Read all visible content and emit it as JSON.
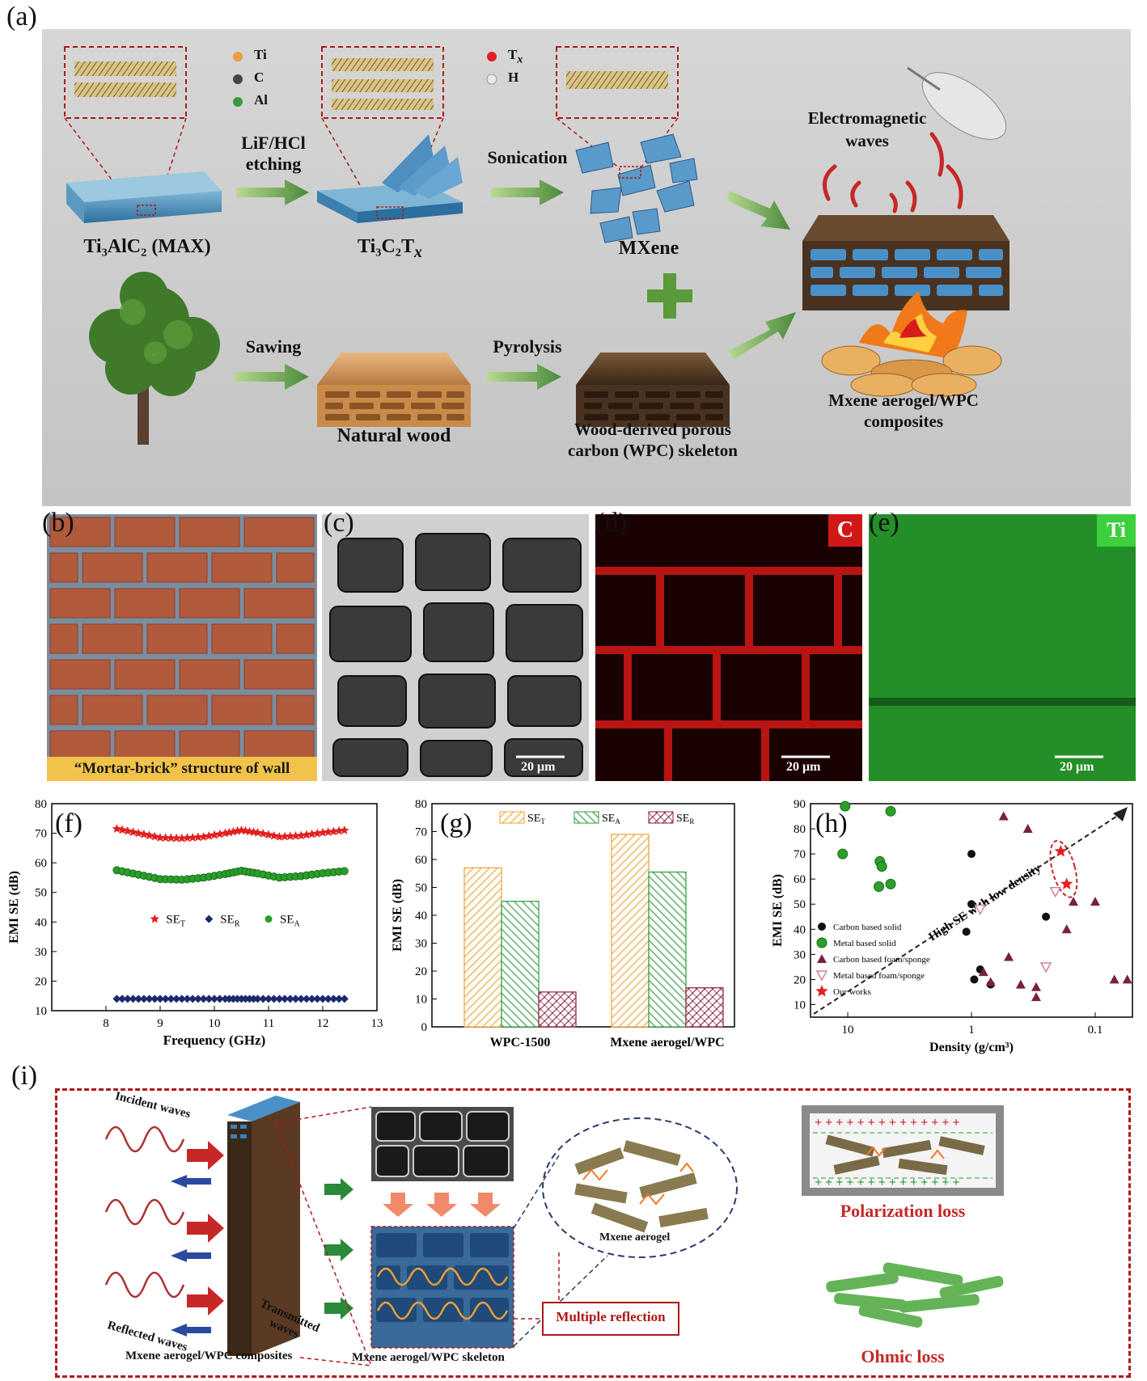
{
  "panel_labels": {
    "a": "(a)",
    "b": "(b)",
    "c": "(c)",
    "d": "(d)",
    "e": "(e)",
    "f": "(f)",
    "g": "(g)",
    "h": "(h)",
    "i": "(i)"
  },
  "panel_a": {
    "legend1": [
      "Ti",
      "C",
      "Al"
    ],
    "legend2": [
      "T",
      "H"
    ],
    "legend2_sub": "x",
    "step1": "LiF/HCl\netching",
    "step2": "Sonication",
    "step3": "Sawing",
    "step4": "Pyrolysis",
    "max_label": "Ti₃AlC₂ (MAX)",
    "tctx_label": "Ti₃C₂T",
    "tctx_sub": "x",
    "mxene_label": "MXene",
    "em_waves": "Electromagnetic\nwaves",
    "natural_wood": "Natural wood",
    "wpc_label": "Wood-derived porous\ncarbon (WPC) skeleton",
    "composite_label": "Mxene aerogel/WPC\ncomposites"
  },
  "panel_b": {
    "caption": "“Mortar-brick” structure of wall"
  },
  "panel_c": {
    "scale": "20 μm"
  },
  "panel_d": {
    "element": "C",
    "scale": "20 μm"
  },
  "panel_e": {
    "element": "Ti",
    "scale": "20 μm"
  },
  "colors": {
    "seT": "#e02020",
    "seR": "#1a2a6c",
    "seA": "#2aa02a",
    "orange": "#f0a030",
    "green": "#2a9a3a",
    "maroon": "#8a2040",
    "accent_red": "#c62828"
  },
  "chart_data": [
    {
      "type": "line",
      "panel": "f",
      "xlabel": "Frequency (GHz)",
      "ylabel": "EMI SE (dB)",
      "xlim": [
        7,
        13
      ],
      "ylim": [
        10,
        80
      ],
      "xticks": [
        8,
        9,
        10,
        11,
        12,
        13
      ],
      "yticks": [
        10,
        20,
        30,
        40,
        50,
        60,
        70,
        80
      ],
      "x": [
        8.2,
        8.6,
        9.0,
        9.4,
        9.8,
        10.2,
        10.5,
        10.8,
        11.2,
        11.6,
        12.0,
        12.4
      ],
      "series": [
        {
          "name": "SE_T",
          "label": "SE",
          "sub": "T",
          "marker": "star",
          "values": [
            71.5,
            70,
            68.5,
            68.3,
            68.8,
            70,
            71,
            70.2,
            68.8,
            69.2,
            70.2,
            71
          ]
        },
        {
          "name": "SE_R",
          "label": "SE",
          "sub": "R",
          "marker": "diamond",
          "values": [
            14,
            14,
            14,
            14,
            14,
            14,
            14,
            14,
            14,
            14,
            14,
            14
          ]
        },
        {
          "name": "SE_A",
          "label": "SE",
          "sub": "A",
          "marker": "circle",
          "values": [
            57.5,
            56,
            54.5,
            54.3,
            55,
            56.2,
            57.3,
            56.4,
            55,
            55.5,
            56.5,
            57.2
          ]
        }
      ]
    },
    {
      "type": "bar",
      "panel": "g",
      "ylabel": "EMI SE (dB)",
      "ylim": [
        0,
        80
      ],
      "yticks": [
        0,
        10,
        20,
        30,
        40,
        50,
        60,
        70,
        80
      ],
      "categories": [
        "WPC-1500",
        "Mxene aerogel/WPC"
      ],
      "series": [
        {
          "name": "SE_T",
          "label": "SE",
          "sub": "T",
          "values": [
            57,
            69
          ]
        },
        {
          "name": "SE_A",
          "label": "SE",
          "sub": "A",
          "values": [
            45,
            55.5
          ]
        },
        {
          "name": "SE_R",
          "label": "SE",
          "sub": "R",
          "values": [
            12.5,
            14
          ]
        }
      ]
    },
    {
      "type": "scatter",
      "panel": "h",
      "xlabel": "Density (g/cm³)",
      "ylabel": "EMI SE (dB)",
      "xscale": "log-reversed",
      "xlim": [
        20,
        0.05
      ],
      "ylim": [
        5,
        90
      ],
      "xticks": [
        10,
        1,
        0.1
      ],
      "xtick_labels": [
        "10",
        "1",
        "0.1"
      ],
      "yticks": [
        10,
        20,
        30,
        40,
        50,
        60,
        70,
        80,
        90
      ],
      "annotation": "High SE with low density",
      "series": [
        {
          "name": "Carbon based solid",
          "marker": "circle-black",
          "points": [
            [
              1.0,
              70
            ],
            [
              1.0,
              50
            ],
            [
              1.1,
              39
            ],
            [
              0.95,
              20
            ],
            [
              0.85,
              24
            ],
            [
              0.7,
              18
            ],
            [
              0.25,
              45
            ]
          ]
        },
        {
          "name": "Metal based solid",
          "marker": "circle-green",
          "points": [
            [
              10.5,
              89
            ],
            [
              11,
              70
            ],
            [
              4.5,
              87
            ],
            [
              5.5,
              67
            ],
            [
              5.3,
              65
            ],
            [
              5.6,
              57
            ],
            [
              4.5,
              58
            ]
          ]
        },
        {
          "name": "Carbon based foam/sponge",
          "marker": "triangle",
          "points": [
            [
              0.55,
              85
            ],
            [
              0.35,
              80
            ],
            [
              0.7,
              19
            ],
            [
              0.8,
              23
            ],
            [
              0.5,
              29
            ],
            [
              0.4,
              18
            ],
            [
              0.3,
              17
            ],
            [
              0.3,
              13
            ],
            [
              0.17,
              40
            ],
            [
              0.15,
              51
            ],
            [
              0.1,
              51
            ],
            [
              0.07,
              20
            ],
            [
              0.055,
              20
            ]
          ]
        },
        {
          "name": "Metal based foam/sponge",
          "marker": "triangle-down-open",
          "points": [
            [
              0.85,
              48
            ],
            [
              0.25,
              25
            ],
            [
              0.21,
              55
            ]
          ]
        },
        {
          "name": "Our works",
          "marker": "star",
          "points": [
            [
              0.19,
              71
            ],
            [
              0.17,
              58
            ]
          ]
        }
      ]
    }
  ],
  "panel_i": {
    "incident": "Incident waves",
    "reflected": "Reflected waves",
    "transmitted": "Transmitted\nwaves",
    "composite": "Mxene aerogel/WPC composites",
    "skeleton": "Mxene aerogel/WPC skeleton",
    "aerogel": "Mxene aerogel",
    "multiple": "Multiple reflection",
    "polarization": "Polarization loss",
    "ohmic": "Ohmic loss"
  }
}
